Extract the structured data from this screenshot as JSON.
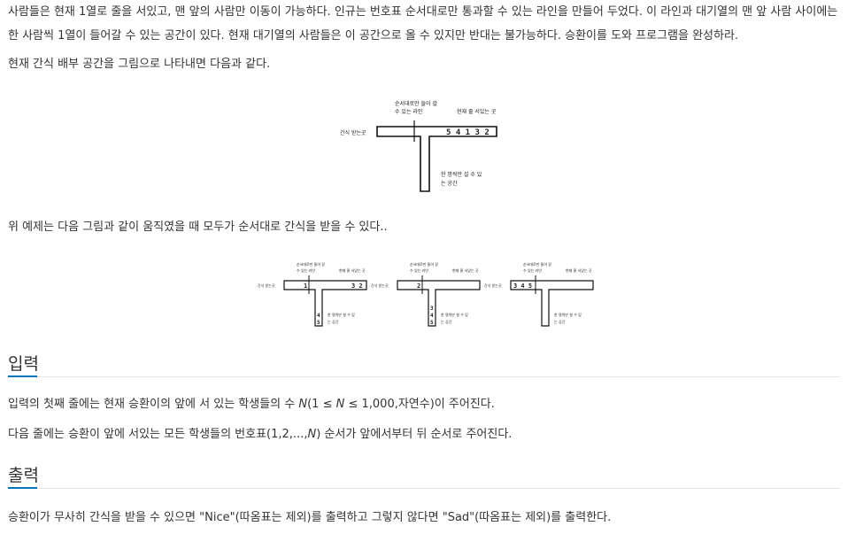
{
  "problem": {
    "intro": "사람들은 현재 1열로 줄을 서있고, 맨 앞의 사람만 이동이 가능하다. 인규는 번호표 순서대로만 통과할 수 있는 라인을 만들어 두었다. 이 라인과 대기열의 맨 앞 사람 사이에는 한 사람씩 1열이 들어갈 수 있는 공간이 있다. 현재 대기열의 사람들은 이 공간으로 올 수 있지만 반대는 불가능하다. 승환이를 도와 프로그램을 완성하라.",
    "figure_intro": "현재 간식 배부 공간을 그림으로 나타내면 다음과 같다.",
    "example_text": "위 예제는 다음 그림과 같이 움직였을 때 모두가 순서대로 간식을 받을 수 있다.."
  },
  "diagram": {
    "label_order_line_1": "순서대로만 들어 갈",
    "label_order_line_2": "수 있는 라인",
    "label_queue": "현재 줄 서있는 곳",
    "label_receive": "간식 받는곳",
    "label_space_1": "한 명씩만 설 수 있",
    "label_space_2": "는 공간",
    "queue": "5 4 1 3 2",
    "small": [
      {
        "queue": "3 2",
        "left": "1",
        "stack": [
          "4",
          "5"
        ]
      },
      {
        "queue": "",
        "left": "2",
        "stack": [
          "3",
          "4",
          "5"
        ]
      },
      {
        "queue": "",
        "left": "3 4 5",
        "stack": []
      }
    ]
  },
  "input": {
    "heading": "입력",
    "line1_pre": "입력의 첫째 줄에는 현재 승환이의 앞에 서 있는 학생들의 수 ",
    "var_n": "N",
    "line1_mid": "(1 ≤ ",
    "var_n2": "N",
    "line1_post": " ≤ 1,000,자연수)이 주어진다.",
    "line2_pre": "다음 줄에는 승환이 앞에 서있는 모든 학생들의 번호표(1,2,...,",
    "var_n3": "N",
    "line2_post": ") 순서가 앞에서부터 뒤 순서로 주어진다."
  },
  "output": {
    "heading": "출력",
    "line1": "승환이가 무사히 간식을 받을 수 있으면 \"Nice\"(따옴표는 제외)를 출력하고 그렇지 않다면 \"Sad\"(따옴표는 제외)를 출력한다."
  }
}
